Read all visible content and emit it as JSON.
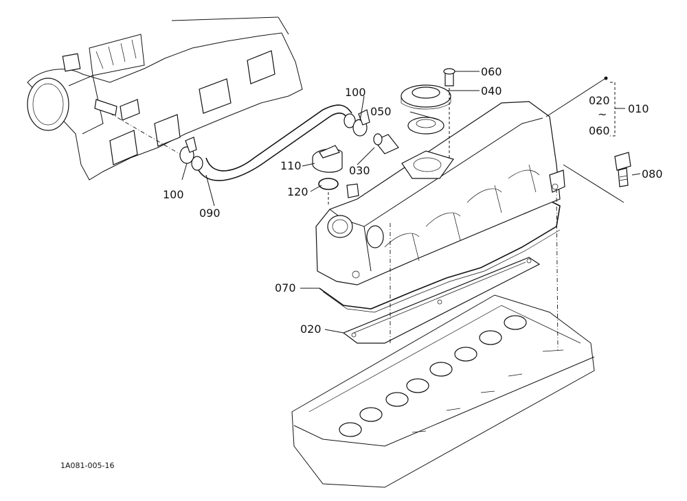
{
  "diagram": {
    "drawing_code": "1A081-005-16",
    "parts": [
      {
        "id": "p010",
        "label": "010"
      },
      {
        "id": "p020",
        "label": "020"
      },
      {
        "id": "p030",
        "label": "030"
      },
      {
        "id": "p040",
        "label": "040"
      },
      {
        "id": "p050",
        "label": "050"
      },
      {
        "id": "p060",
        "label": "060"
      },
      {
        "id": "p070",
        "label": "070"
      },
      {
        "id": "p080",
        "label": "080"
      },
      {
        "id": "p090",
        "label": "090"
      },
      {
        "id": "p100a",
        "label": "100"
      },
      {
        "id": "p100b",
        "label": "100"
      },
      {
        "id": "p110",
        "label": "110"
      },
      {
        "id": "p120",
        "label": "120"
      }
    ],
    "range_group": {
      "from": "020",
      "tilde": "~",
      "to": "060",
      "assembly": "010"
    }
  }
}
